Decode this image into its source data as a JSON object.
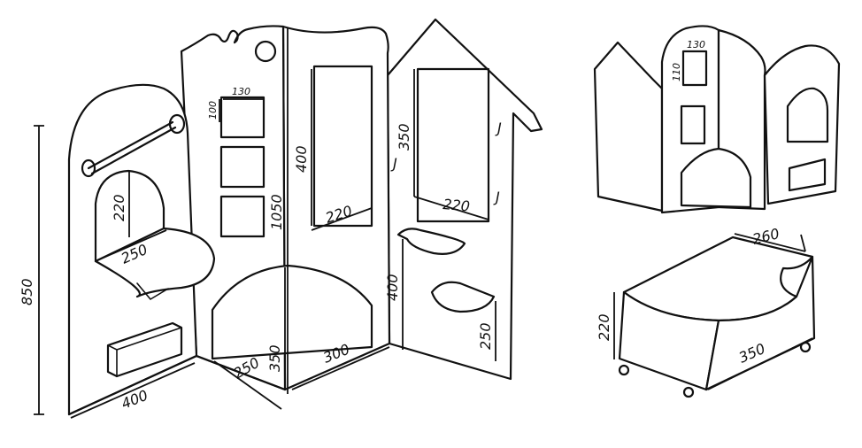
{
  "dimensions": {
    "main": {
      "d850": "850",
      "d400_base": "400",
      "d220_arch": "220",
      "d250_shelf": "250",
      "d130_window": "130",
      "d100_window": "100",
      "d1050": "1050",
      "d400_window": "400",
      "d220_window": "220",
      "d350_arch": "350",
      "d250_arch": "250",
      "d300_base": "300",
      "d350_right_window": "350",
      "d220_right_window": "220",
      "d400_right": "400",
      "d250_right": "250",
      "j_top": "J",
      "j_left": "J",
      "j_bottom": "J"
    },
    "small": {
      "d130": "130",
      "d110": "110"
    },
    "box": {
      "d260": "260",
      "d220": "220",
      "d350": "350"
    }
  }
}
